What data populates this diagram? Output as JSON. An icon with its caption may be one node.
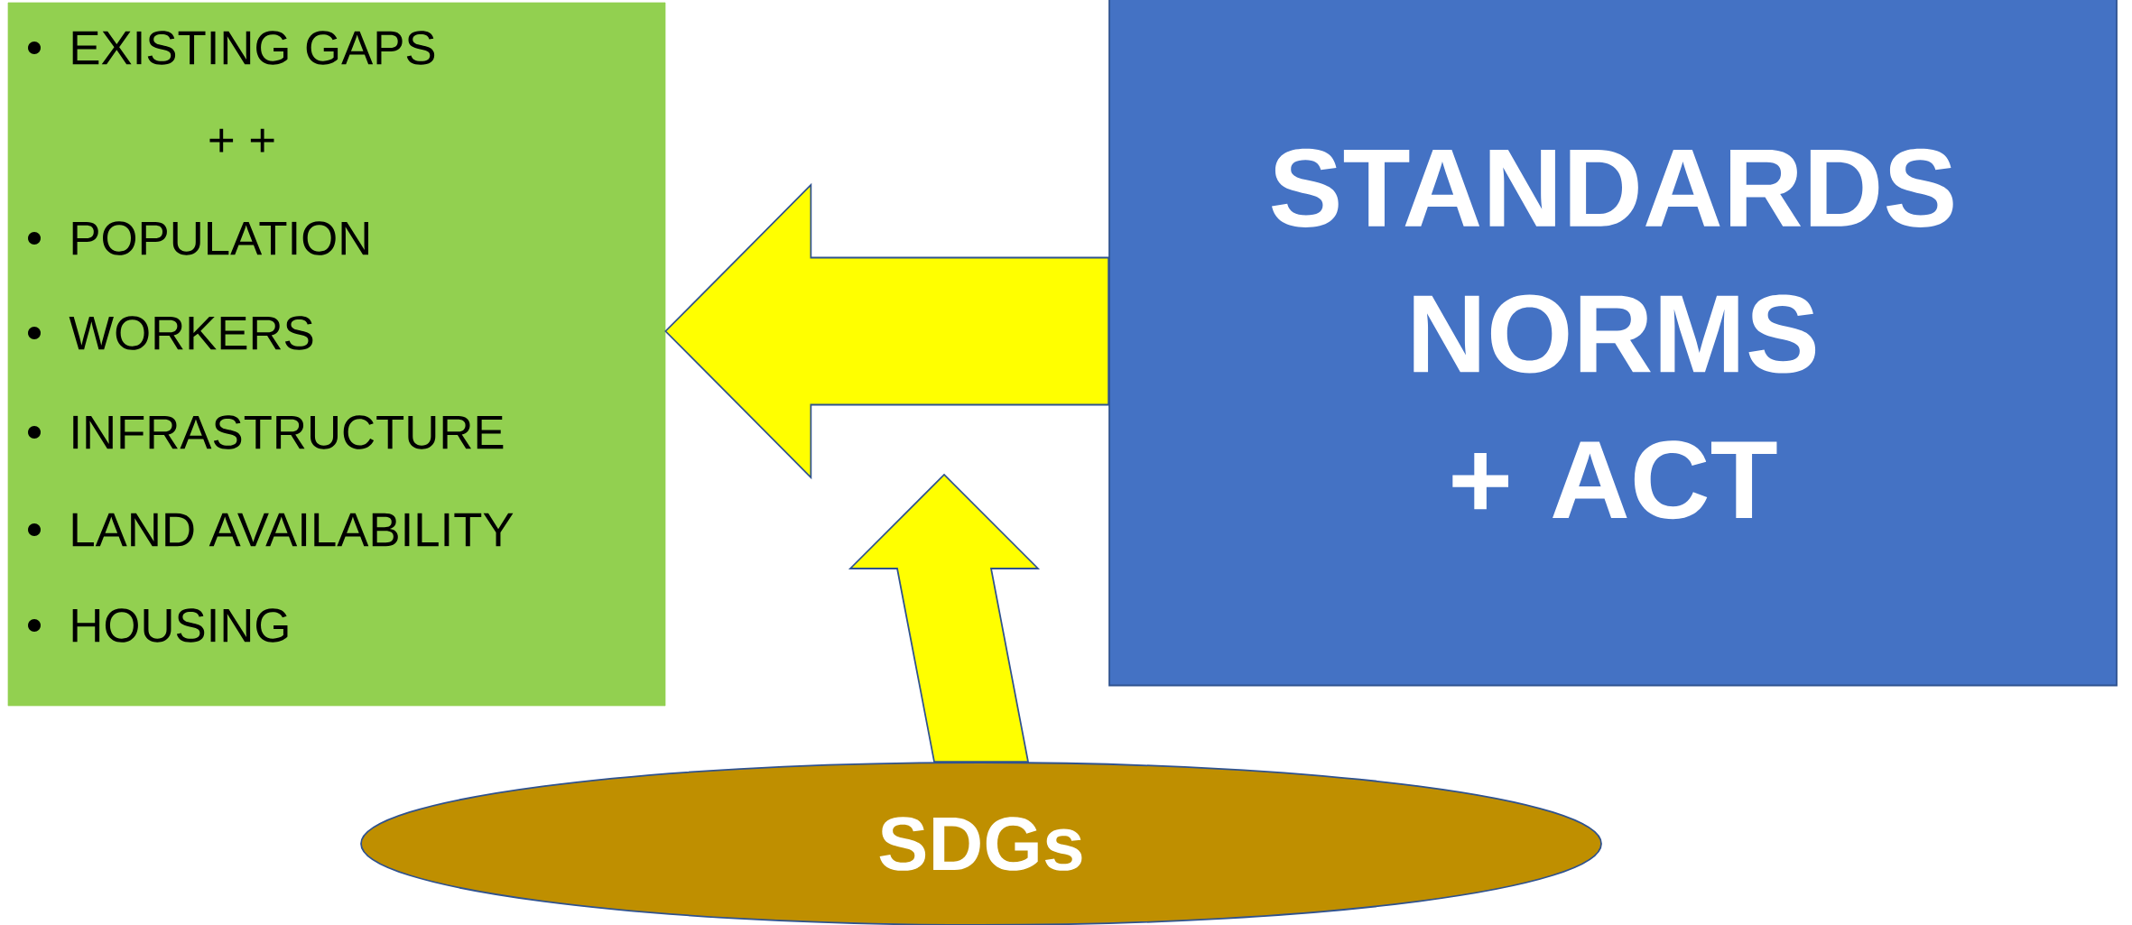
{
  "diagram": {
    "nodes": [
      {
        "text": [
          "EXISTING GAPS",
          "+ +",
          "POPULATION",
          "WORKERS",
          "INFRASTRUCTURE",
          "LAND AVAILABILITY",
          "HOUSING"
        ]
      },
      {
        "text": [
          "STANDARDS NORMS + ACT"
        ]
      },
      {
        "text": [
          "SDGs"
        ]
      }
    ],
    "edges": [
      {
        "from": 1,
        "to": 0,
        "arrow": "to"
      },
      {
        "from": 2,
        "to": null,
        "arrow": "to"
      }
    ]
  }
}
